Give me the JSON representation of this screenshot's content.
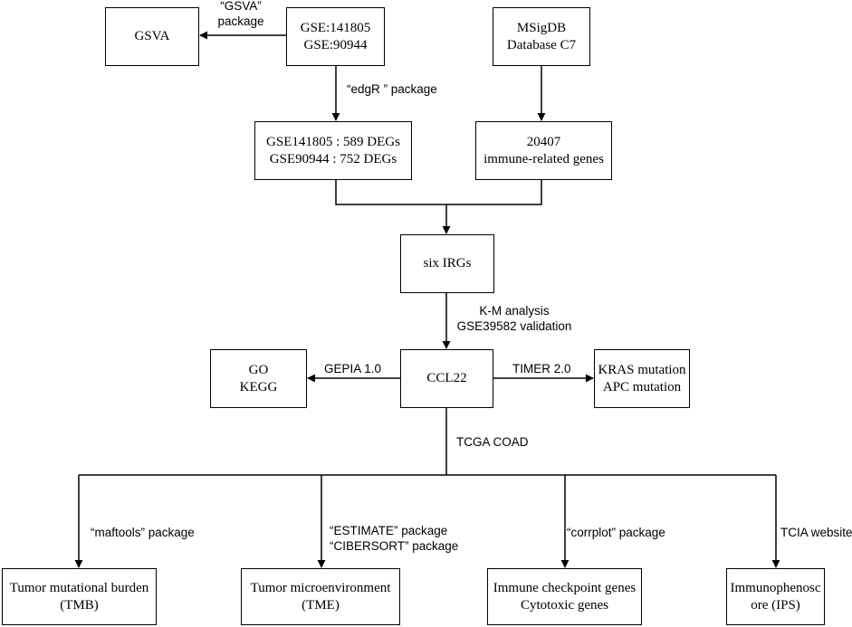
{
  "nodes": {
    "gsva": {
      "lines": [
        "GSVA"
      ]
    },
    "gse": {
      "lines": [
        "GSE:141805",
        "GSE:90944"
      ]
    },
    "msigdb": {
      "lines": [
        "MSigDB",
        "Database C7"
      ]
    },
    "degs": {
      "lines": [
        "GSE141805 : 589 DEGs",
        "GSE90944 : 752 DEGs"
      ]
    },
    "immune_genes": {
      "lines": [
        "20407",
        "immune-related genes"
      ]
    },
    "six_irgs": {
      "lines": [
        "six IRGs"
      ]
    },
    "ccl22": {
      "lines": [
        "CCL22"
      ]
    },
    "go_kegg": {
      "lines": [
        "GO",
        "KEGG"
      ]
    },
    "kras_apc": {
      "lines": [
        "KRAS mutation",
        "APC mutation"
      ]
    },
    "tmb": {
      "lines": [
        "Tumor mutational burden",
        "(TMB)"
      ]
    },
    "tme": {
      "lines": [
        "Tumor microenvironment",
        "(TME)"
      ]
    },
    "checkpoint": {
      "lines": [
        "Immune checkpoint genes",
        "Cytotoxic genes"
      ]
    },
    "ips": {
      "lines": [
        "Immunophenosc",
        "ore (IPS)"
      ]
    }
  },
  "edge_labels": {
    "gsva_pkg": [
      "“GSVA”",
      "package"
    ],
    "edger_pkg": [
      "“edgR ” package"
    ],
    "km": [
      "K-M analysis",
      "GSE39582 validation"
    ],
    "gepia": [
      "GEPIA 1.0"
    ],
    "timer": [
      "TIMER 2.0"
    ],
    "tcga": [
      "TCGA COAD"
    ],
    "maftools": [
      "“maftools” package"
    ],
    "estimate": [
      "“ESTIMATE” package",
      "“CIBERSORT” package"
    ],
    "corrplot": [
      "“corrplot” package"
    ],
    "tcia": [
      "TCIA website"
    ]
  }
}
